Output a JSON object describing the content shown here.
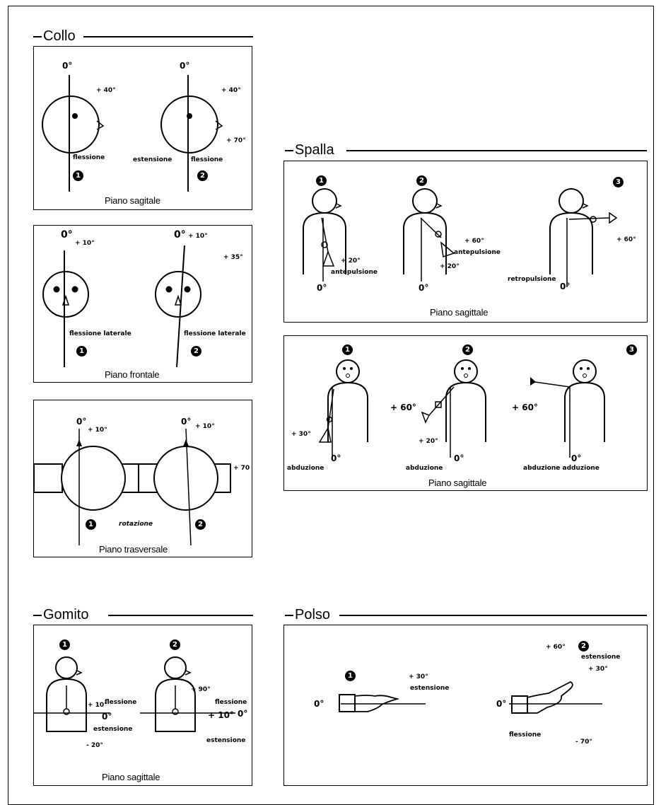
{
  "sections": {
    "collo": {
      "title": "Collo",
      "panels": {
        "p1": {
          "caption": "Piano sagitale",
          "labels": [
            "0°",
            "+ 40°",
            "flessione",
            "0°",
            "+ 40°",
            "+ 70°",
            "estensione",
            "flessione"
          ],
          "numbers": [
            "1",
            "2"
          ]
        },
        "p2": {
          "caption": "Piano frontale",
          "labels": [
            "0°",
            "+ 10°",
            "0°",
            "+ 10°",
            "+ 35°",
            "flessione laterale",
            "flessione laterale"
          ],
          "numbers": [
            "1",
            "2"
          ]
        },
        "p3": {
          "caption": "Piano trasversale",
          "labels": [
            "0°",
            "+ 10°",
            "0°",
            "+ 10°",
            "+ 70",
            "rotazione"
          ],
          "numbers": [
            "1",
            "2"
          ]
        }
      }
    },
    "spalla": {
      "title": "Spalla",
      "panels": {
        "p1": {
          "caption": "Piano sagittale",
          "labels": [
            "+ 20°",
            "antepulsione",
            "0°",
            "+ 60°",
            "antepulsione",
            "+ 20°",
            "0°",
            "retropulsione",
            "0°",
            "+ 60°"
          ],
          "numbers": [
            "1",
            "2",
            "3"
          ]
        },
        "p2": {
          "caption": "Piano sagittale",
          "labels": [
            "+ 30°",
            "abduzione",
            "0°",
            "+ 60°",
            "+ 20°",
            "abduzione",
            "0°",
            "+ 60°",
            "abduzione adduzione",
            "0°"
          ],
          "numbers": [
            "1",
            "2",
            "3"
          ]
        }
      }
    },
    "gomito": {
      "title": "Gomito",
      "panel": {
        "caption": "Piano sagittale",
        "labels": [
          "+ 10°",
          "flessione",
          "0°",
          "estensione",
          "- 20°",
          "+ 90°",
          "flessione",
          "+ 10°",
          "0°",
          "estensione"
        ],
        "numbers": [
          "1",
          "2"
        ]
      }
    },
    "polso": {
      "title": "Polso",
      "panel": {
        "labels": [
          "+ 30°",
          "estensione",
          "0°",
          "+ 60°",
          "estensione",
          "+ 30°",
          "0°",
          "flessione",
          "- 70°"
        ],
        "numbers": [
          "1",
          "2"
        ]
      }
    }
  }
}
